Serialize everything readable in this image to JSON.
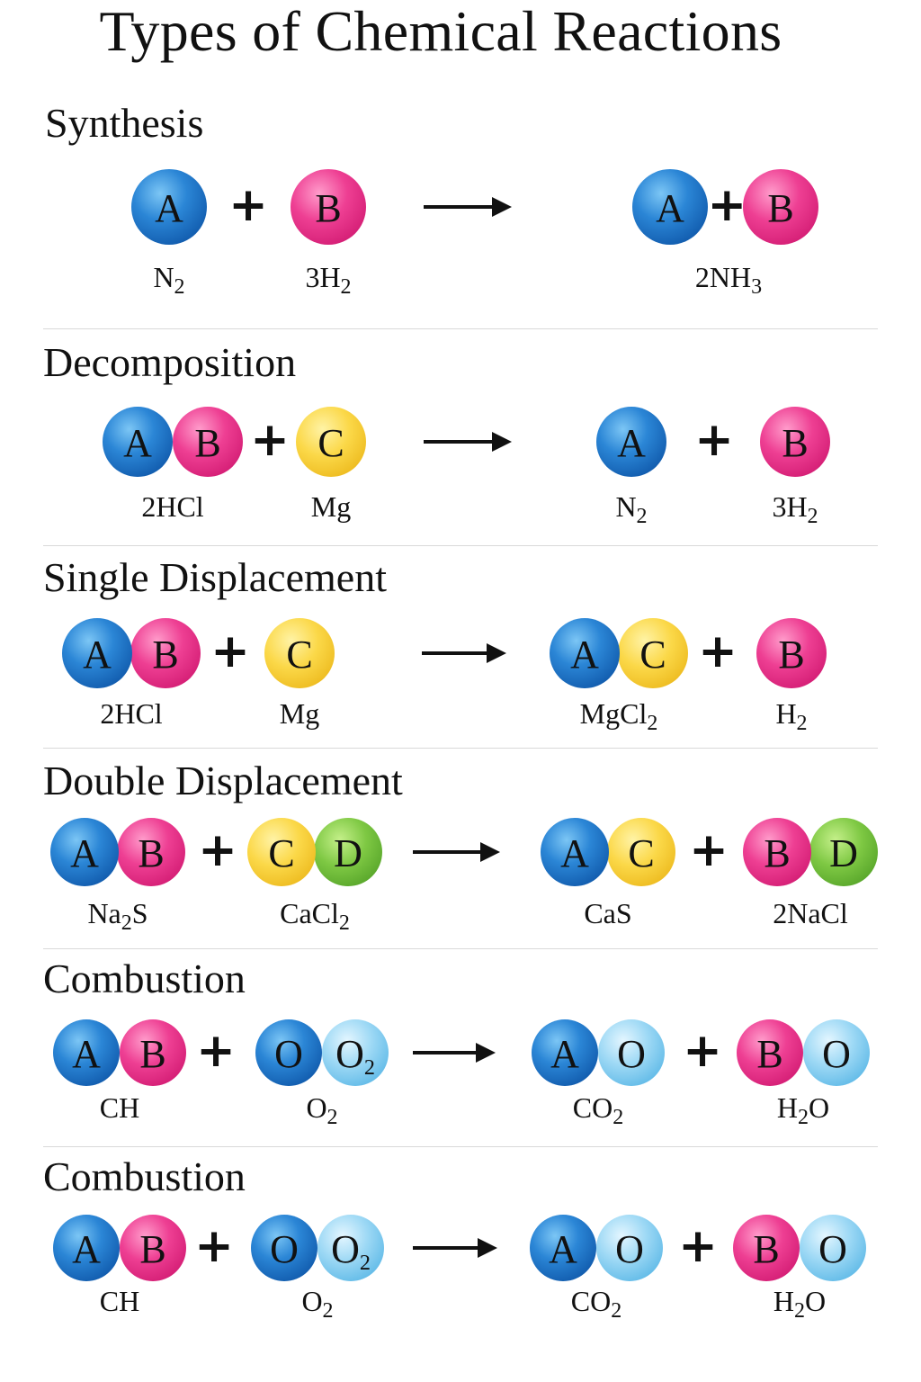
{
  "title": "Types of Chemical Reactions",
  "colors": {
    "blue": "#1e74c7",
    "pink": "#e3307f",
    "yellow": "#f5c82e",
    "green": "#6db83a",
    "lightblue": "#7dcbef"
  },
  "sections": [
    {
      "name": "Synthesis",
      "reactants": [
        {
          "atoms": [
            {
              "label": "A",
              "color": "blue"
            }
          ],
          "formula": "N<sub>2</sub>"
        },
        {
          "atoms": [
            {
              "label": "B",
              "color": "pink"
            }
          ],
          "formula": "3H<sub>2</sub>"
        }
      ],
      "products": [
        {
          "atoms": [
            {
              "label": "A",
              "color": "blue"
            },
            {
              "label": "B",
              "color": "pink"
            }
          ],
          "bond": "plus",
          "formula": "2NH<sub>3</sub>"
        }
      ]
    },
    {
      "name": "Decomposition",
      "reactants": [
        {
          "atoms": [
            {
              "label": "A",
              "color": "blue"
            },
            {
              "label": "B",
              "color": "pink"
            }
          ],
          "formula": "2HCl"
        },
        {
          "atoms": [
            {
              "label": "C",
              "color": "yellow"
            }
          ],
          "formula": "Mg"
        }
      ],
      "products": [
        {
          "atoms": [
            {
              "label": "A",
              "color": "blue"
            }
          ],
          "formula": "N<sub>2</sub>"
        },
        {
          "atoms": [
            {
              "label": "B",
              "color": "pink"
            }
          ],
          "formula": "3H<sub>2</sub>"
        }
      ]
    },
    {
      "name": "Single Displacement",
      "reactants": [
        {
          "atoms": [
            {
              "label": "A",
              "color": "blue"
            },
            {
              "label": "B",
              "color": "pink"
            }
          ],
          "formula": "2HCl"
        },
        {
          "atoms": [
            {
              "label": "C",
              "color": "yellow"
            }
          ],
          "formula": "Mg"
        }
      ],
      "products": [
        {
          "atoms": [
            {
              "label": "A",
              "color": "blue"
            },
            {
              "label": "C",
              "color": "yellow"
            }
          ],
          "formula": "MgCl<sub>2</sub>"
        },
        {
          "atoms": [
            {
              "label": "B",
              "color": "pink"
            }
          ],
          "formula": "H<sub>2</sub>"
        }
      ]
    },
    {
      "name": "Double Displacement",
      "reactants": [
        {
          "atoms": [
            {
              "label": "A",
              "color": "blue"
            },
            {
              "label": "B",
              "color": "pink"
            }
          ],
          "formula": "Na<sub>2</sub>S"
        },
        {
          "atoms": [
            {
              "label": "C",
              "color": "yellow"
            },
            {
              "label": "D",
              "color": "green"
            }
          ],
          "formula": "CaCl<sub>2</sub>"
        }
      ],
      "products": [
        {
          "atoms": [
            {
              "label": "A",
              "color": "blue"
            },
            {
              "label": "C",
              "color": "yellow"
            }
          ],
          "formula": "CaS"
        },
        {
          "atoms": [
            {
              "label": "B",
              "color": "pink"
            },
            {
              "label": "D",
              "color": "green"
            }
          ],
          "formula": "2NaCl"
        }
      ]
    },
    {
      "name": "Combustion",
      "reactants": [
        {
          "atoms": [
            {
              "label": "A",
              "color": "blue"
            },
            {
              "label": "B",
              "color": "pink"
            }
          ],
          "formula": "CH"
        },
        {
          "atoms": [
            {
              "label": "O",
              "color": "blue"
            },
            {
              "label": "O<sub>2</sub>",
              "color": "lightblue"
            }
          ],
          "formula": "O<sub>2</sub>"
        }
      ],
      "products": [
        {
          "atoms": [
            {
              "label": "A",
              "color": "blue"
            },
            {
              "label": "O",
              "color": "lightblue"
            }
          ],
          "formula": "CO<sub>2</sub>"
        },
        {
          "atoms": [
            {
              "label": "B",
              "color": "pink"
            },
            {
              "label": "O",
              "color": "lightblue"
            }
          ],
          "formula": "H<sub>2</sub>O"
        }
      ]
    },
    {
      "name": "Combustion",
      "reactants": [
        {
          "atoms": [
            {
              "label": "A",
              "color": "blue"
            },
            {
              "label": "B",
              "color": "pink"
            }
          ],
          "formula": "CH"
        },
        {
          "atoms": [
            {
              "label": "O",
              "color": "blue"
            },
            {
              "label": "O<sub>2</sub>",
              "color": "lightblue"
            }
          ],
          "formula": "O<sub>2</sub>"
        }
      ],
      "products": [
        {
          "atoms": [
            {
              "label": "A",
              "color": "blue"
            },
            {
              "label": "O",
              "color": "lightblue"
            }
          ],
          "formula": "CO<sub>2</sub>"
        },
        {
          "atoms": [
            {
              "label": "B",
              "color": "pink"
            },
            {
              "label": "O",
              "color": "lightblue"
            }
          ],
          "formula": "H<sub>2</sub>O"
        }
      ]
    }
  ]
}
